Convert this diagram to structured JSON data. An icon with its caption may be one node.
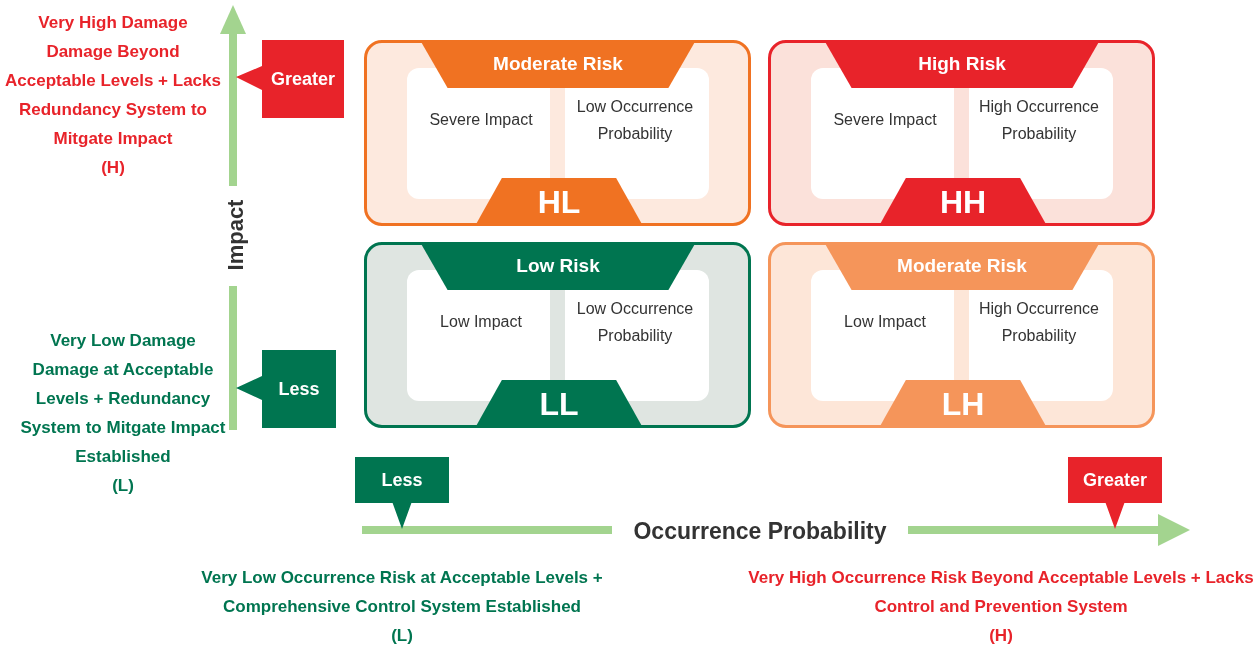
{
  "diagram": {
    "nodes": [
      {
        "text": [
          "Moderate Risk",
          "Severe Impact",
          "Low Occurrence Probability",
          "HL"
        ]
      },
      {
        "text": [
          "High Risk",
          "Severe Impact",
          "High Occurrence Probability",
          "HH"
        ]
      },
      {
        "text": [
          "Low Risk",
          "Low Impact",
          "Low Occurrence Probability",
          "LL"
        ]
      },
      {
        "text": [
          "Moderate Risk",
          "Low Impact",
          "High Occurrence Probability",
          "LH"
        ]
      }
    ],
    "labels": [
      "Very High Damage",
      "Damage Beyond Acceptable Levels + Lacks Redundancy System to Mitgate Impact",
      "(H)",
      "Greater",
      "Impact",
      "Very Low Damage",
      "Damage at Acceptable Levels + Redundancy System to Mitgate Impact Established",
      "(L)",
      "Less",
      "Less",
      "Occurrence Probability",
      "Greater",
      "Very Low Occurrence Risk at Acceptable Levels + Comprehensive Control System Established",
      "(L)",
      "Very High Occurrence Risk Beyond Acceptable Levels + Lacks Control and Prevention System",
      "(H)"
    ]
  }
}
